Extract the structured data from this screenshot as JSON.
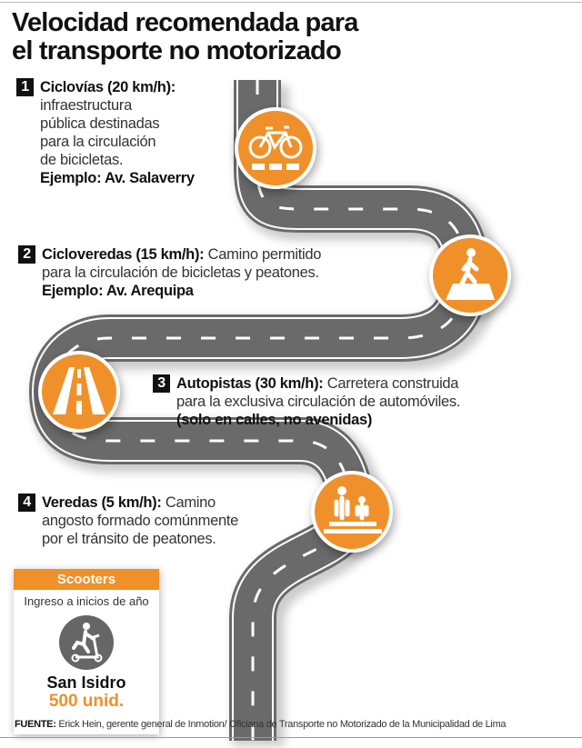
{
  "title": {
    "line1": "Velocidad recomendada para",
    "line2": "el transporte no motorizado"
  },
  "items": [
    {
      "number": "1",
      "heading": "Ciclovías (20 km/h):",
      "lines": [
        "infraestructura",
        "pública destinadas",
        "para la circulación",
        "de bicicletas."
      ],
      "example": "Ejemplo: Av. Salaverry",
      "icon": "bicycle-icon"
    },
    {
      "number": "2",
      "heading": "Cicloveredas (15 km/h):",
      "text1": "Camino permitido",
      "text2": "para la circulación de bicicletas y peatones.",
      "example": "Ejemplo: Av. Arequipa",
      "icon": "pedestrian-crossing-icon"
    },
    {
      "number": "3",
      "heading": "Autopistas (30 km/h):",
      "text1": "Carretera construida",
      "text2": "para la exclusiva circulación de automóviles.",
      "note": "(solo en calles, no avenidas)",
      "icon": "highway-icon"
    },
    {
      "number": "4",
      "heading": "Veredas (5 km/h):",
      "text1": "Camino",
      "text2": "angosto formado comúnmente",
      "text3": "por el tránsito de peatones.",
      "icon": "sidewalk-pedestrians-icon"
    }
  ],
  "scooters": {
    "header": "Scooters",
    "subtitle": "Ingreso a inicios de año",
    "place": "San Isidro",
    "value": "500 unid.",
    "icon": "scooter-icon"
  },
  "source": {
    "label": "FUENTE:",
    "text": "Erick Hein, gerente general de Inmotion/ Oficiana de Transporte no Motorizado de la Municipalidad de Lima"
  },
  "colors": {
    "accent": "#f0902a",
    "road": "#6a6a6a"
  }
}
